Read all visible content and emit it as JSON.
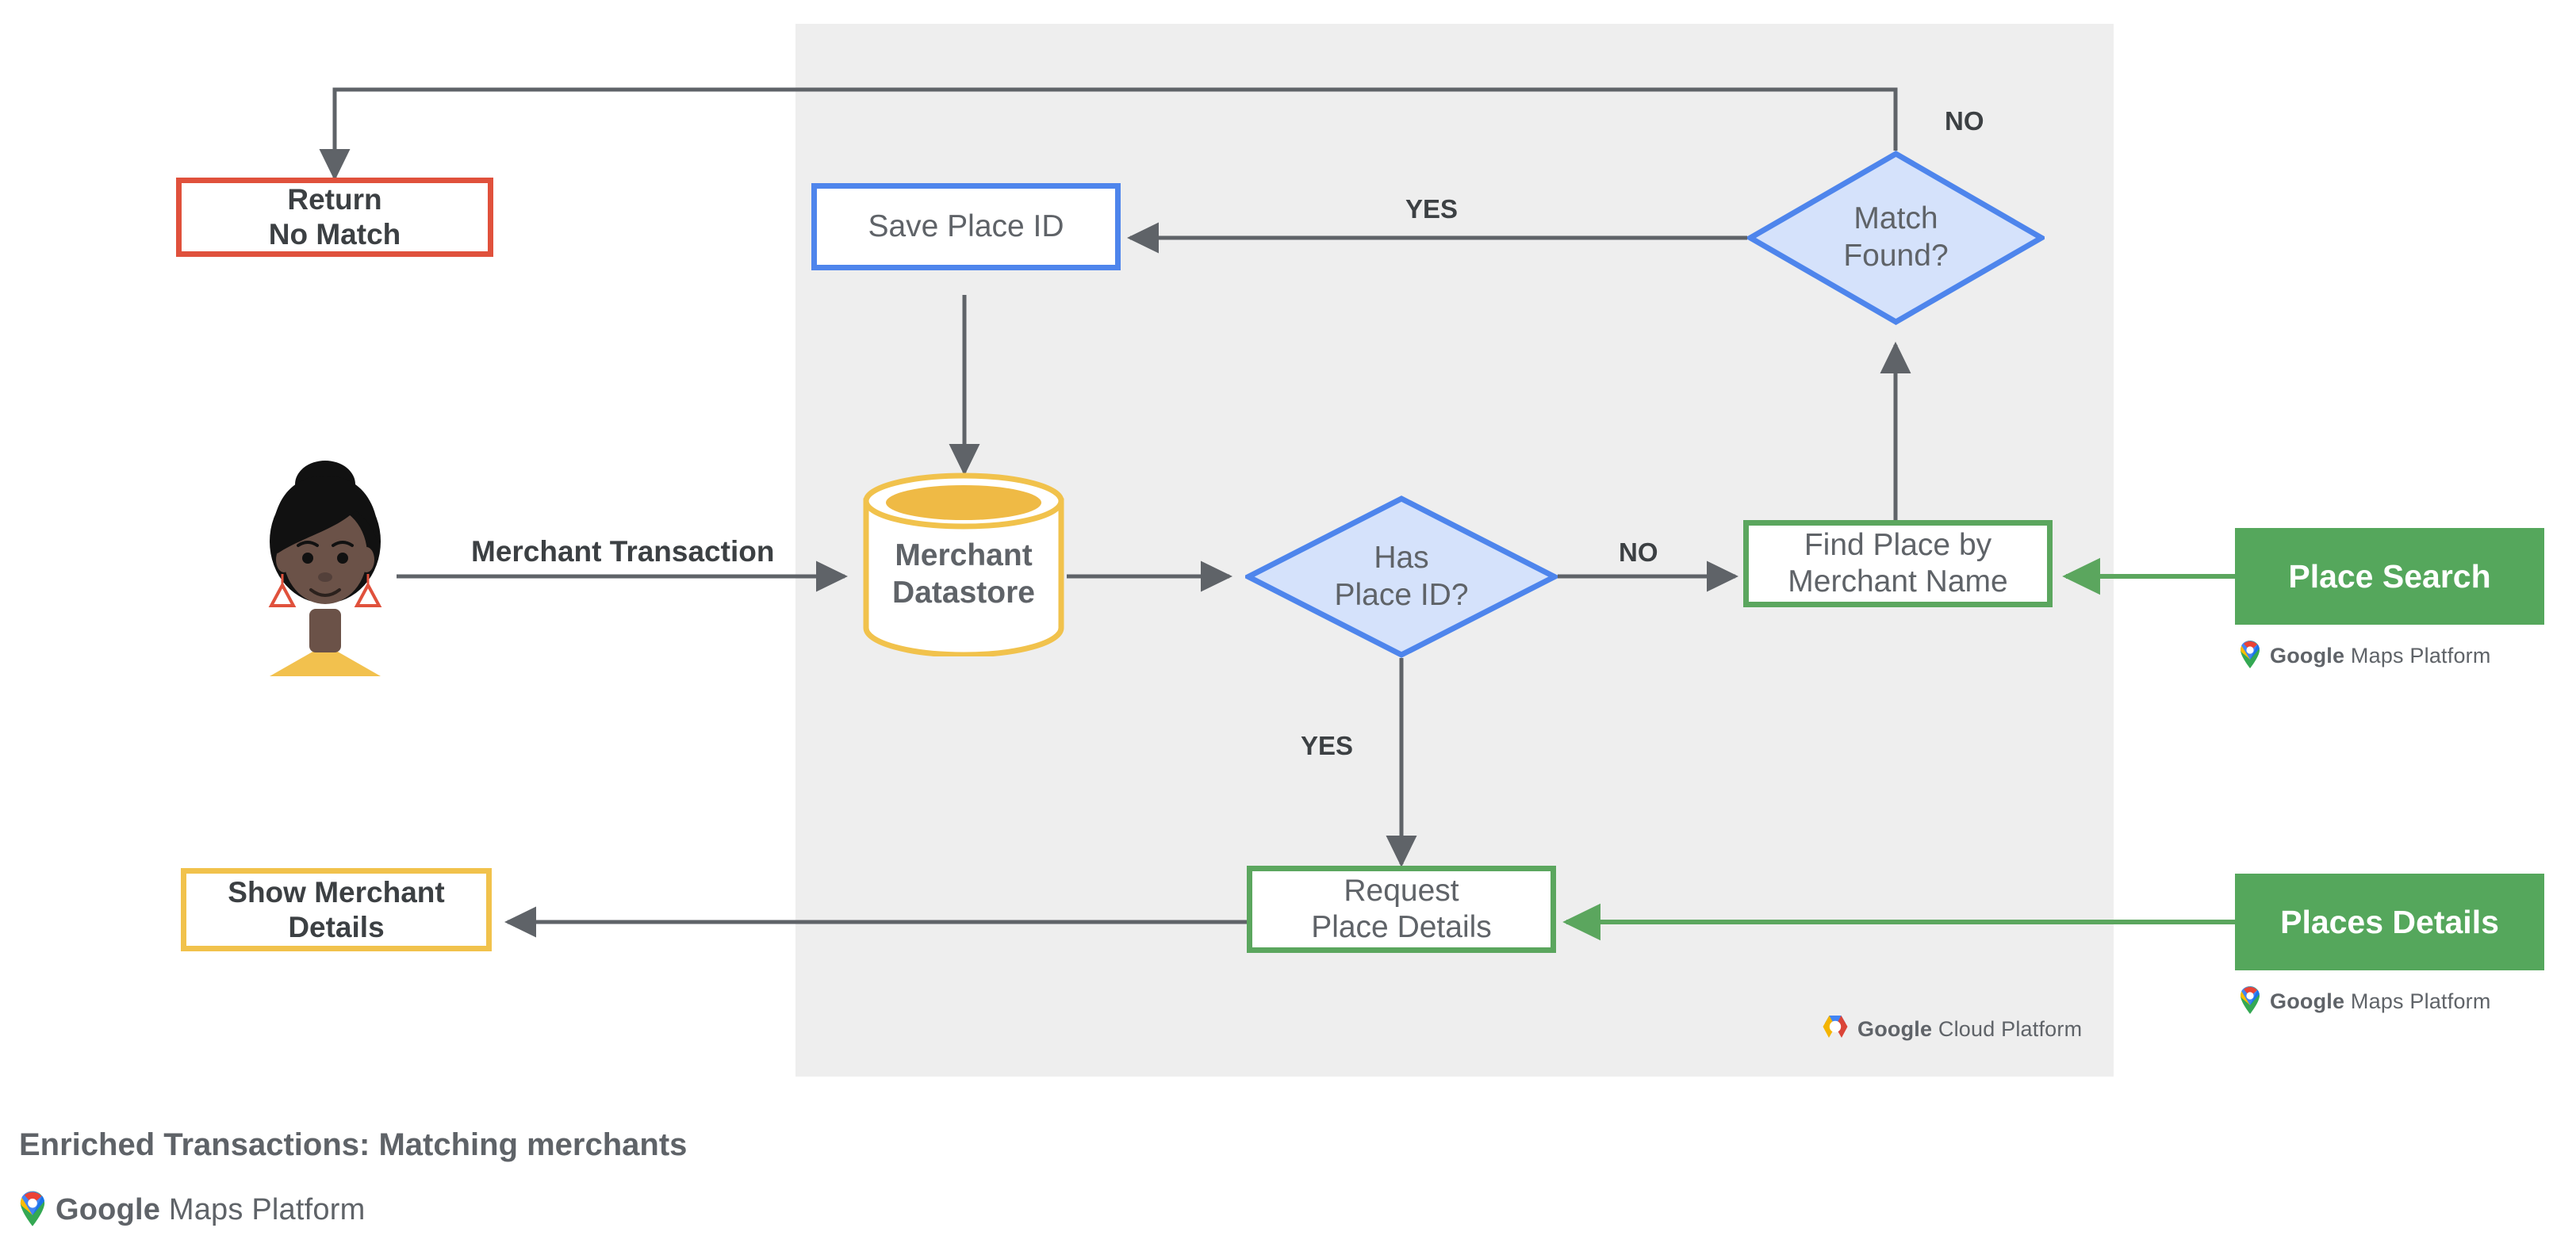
{
  "diagram": {
    "caption": "Enriched Transactions: Matching merchants",
    "platform_panel_label": "Google Cloud Platform",
    "brand": {
      "google": "Google",
      "maps_platform": "Maps Platform",
      "cloud_platform": "Cloud Platform"
    },
    "colors": {
      "panel_bg": "#eeeeee",
      "red": "#E0513C",
      "blue": "#4E85EC",
      "blue_fill": "#D5E2FB",
      "yellow": "#F1C24C",
      "green": "#5BA65E",
      "green_solid": "#55A75C",
      "connector": "#5f6368",
      "text": "#5f6368"
    },
    "nodes": [
      {
        "id": "return-no-match",
        "label": "Return\nNo Match",
        "shape": "rect",
        "style": "red"
      },
      {
        "id": "save-place-id",
        "label": "Save Place ID",
        "shape": "rect",
        "style": "blue"
      },
      {
        "id": "match-found",
        "label": "Match\nFound?",
        "shape": "diamond",
        "style": "blue"
      },
      {
        "id": "merchant-datastore",
        "label": "Merchant\nDatastore",
        "shape": "cylinder",
        "style": "yellow"
      },
      {
        "id": "has-place-id",
        "label": "Has\nPlace ID?",
        "shape": "diamond",
        "style": "blue"
      },
      {
        "id": "find-place-by-merchant",
        "label": "Find Place by\nMerchant Name",
        "shape": "rect",
        "style": "green"
      },
      {
        "id": "request-place-details",
        "label": "Request\nPlace Details",
        "shape": "rect",
        "style": "green"
      },
      {
        "id": "show-merchant-details",
        "label": "Show Merchant\nDetails",
        "shape": "rect",
        "style": "yellow"
      },
      {
        "id": "place-search",
        "label": "Place Search",
        "shape": "rect",
        "style": "green-solid"
      },
      {
        "id": "places-details",
        "label": "Places Details",
        "shape": "rect",
        "style": "green-solid"
      }
    ],
    "edge_labels": [
      {
        "id": "merchant-transaction",
        "text": "Merchant Transaction"
      },
      {
        "id": "match-found-no",
        "text": "NO"
      },
      {
        "id": "match-found-yes",
        "text": "YES"
      },
      {
        "id": "has-place-id-no",
        "text": "NO"
      },
      {
        "id": "has-place-id-yes",
        "text": "YES"
      }
    ]
  }
}
